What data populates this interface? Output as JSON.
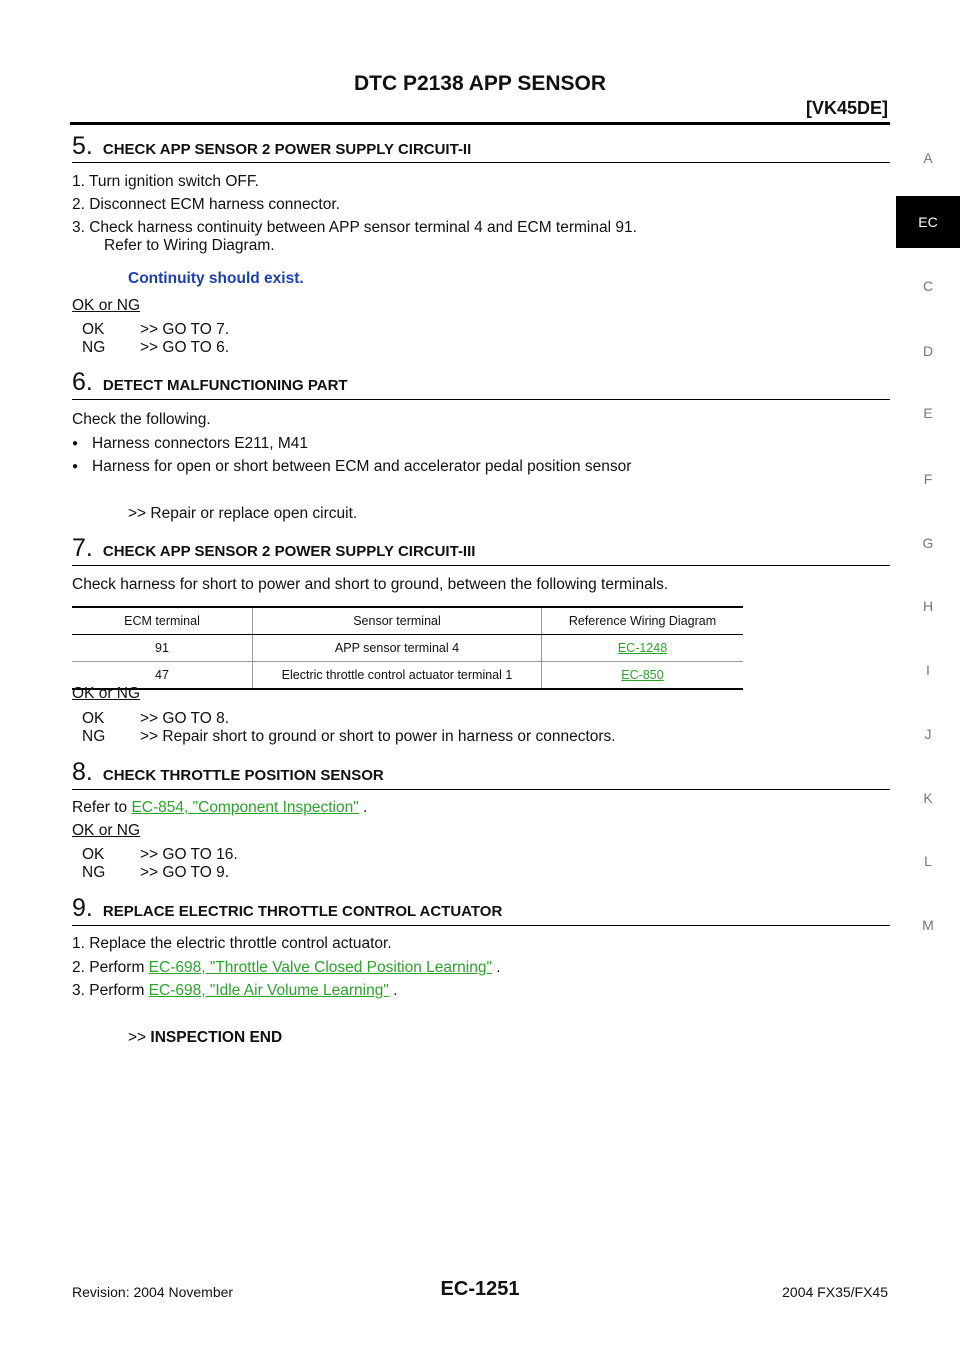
{
  "header": {
    "title": "DTC P2138 APP SENSOR",
    "model": "[VK45DE]"
  },
  "side_tabs": [
    "A",
    "EC",
    "C",
    "D",
    "E",
    "F",
    "G",
    "H",
    "I",
    "J",
    "K",
    "L",
    "M"
  ],
  "active_tab": "EC",
  "step5": {
    "num": "5.",
    "title": "CHECK APP SENSOR 2 POWER SUPPLY CIRCUIT-II",
    "items": [
      "1. Turn ignition switch OFF.",
      "2. Disconnect ECM harness connector.",
      "3. Check harness continuity between APP sensor terminal 4 and ECM terminal 91."
    ],
    "item3_cont": "Refer to Wiring Diagram.",
    "spec": "Continuity should exist.",
    "okng_label": "OK or NG",
    "ok_key": "OK",
    "ok_val": ">> GO TO 7.",
    "ng_key": "NG",
    "ng_val": ">> GO TO 6."
  },
  "step6": {
    "num": "6.",
    "title": "DETECT MALFUNCTIONING PART",
    "intro": "Check the following.",
    "bullets": [
      "Harness connectors E211, M41",
      "Harness for open or short between ECM and accelerator pedal position sensor"
    ],
    "result": ">> Repair or replace open circuit."
  },
  "step7": {
    "num": "7.",
    "title": "CHECK APP SENSOR 2 POWER SUPPLY CIRCUIT-III",
    "intro": "Check harness for short to power and short to ground, between the following terminals.",
    "table": {
      "headers": [
        "ECM terminal",
        "Sensor terminal",
        "Reference Wiring Diagram"
      ],
      "rows": [
        [
          "91",
          "APP sensor terminal 4",
          "EC-1248"
        ],
        [
          "47",
          "Electric throttle control actuator terminal 1",
          "EC-850"
        ]
      ]
    },
    "okng_label": "OK or NG",
    "ok_key": "OK",
    "ok_val": ">> GO TO 8.",
    "ng_key": "NG",
    "ng_val": ">> Repair short to ground or short to power in harness or connectors."
  },
  "step8": {
    "num": "8.",
    "title": "CHECK THROTTLE POSITION SENSOR",
    "ref_prefix": "Refer to",
    "ref_link": "EC-854, \"Component Inspection\"",
    "ref_suffix": ".",
    "okng_label": "OK or NG",
    "ok_key": "OK",
    "ok_val": ">> GO TO 16.",
    "ng_key": "NG",
    "ng_val": ">> GO TO 9."
  },
  "step9": {
    "num": "9.",
    "title": "REPLACE ELECTRIC THROTTLE CONTROL ACTUATOR",
    "item1": "1. Replace the electric throttle control actuator.",
    "item2_prefix": "2. Perform",
    "item2_link": "EC-698, \"Throttle Valve Closed Position Learning\"",
    "item2_suffix": ".",
    "item3_prefix": "3. Perform",
    "item3_link": "EC-698, \"Idle Air Volume Learning\"",
    "item3_suffix": ".",
    "end_arrow": ">>",
    "end_text": "INSPECTION END"
  },
  "footer": {
    "revision": "Revision: 2004 November",
    "page": "EC-1251",
    "model": "2004 FX35/FX45"
  }
}
